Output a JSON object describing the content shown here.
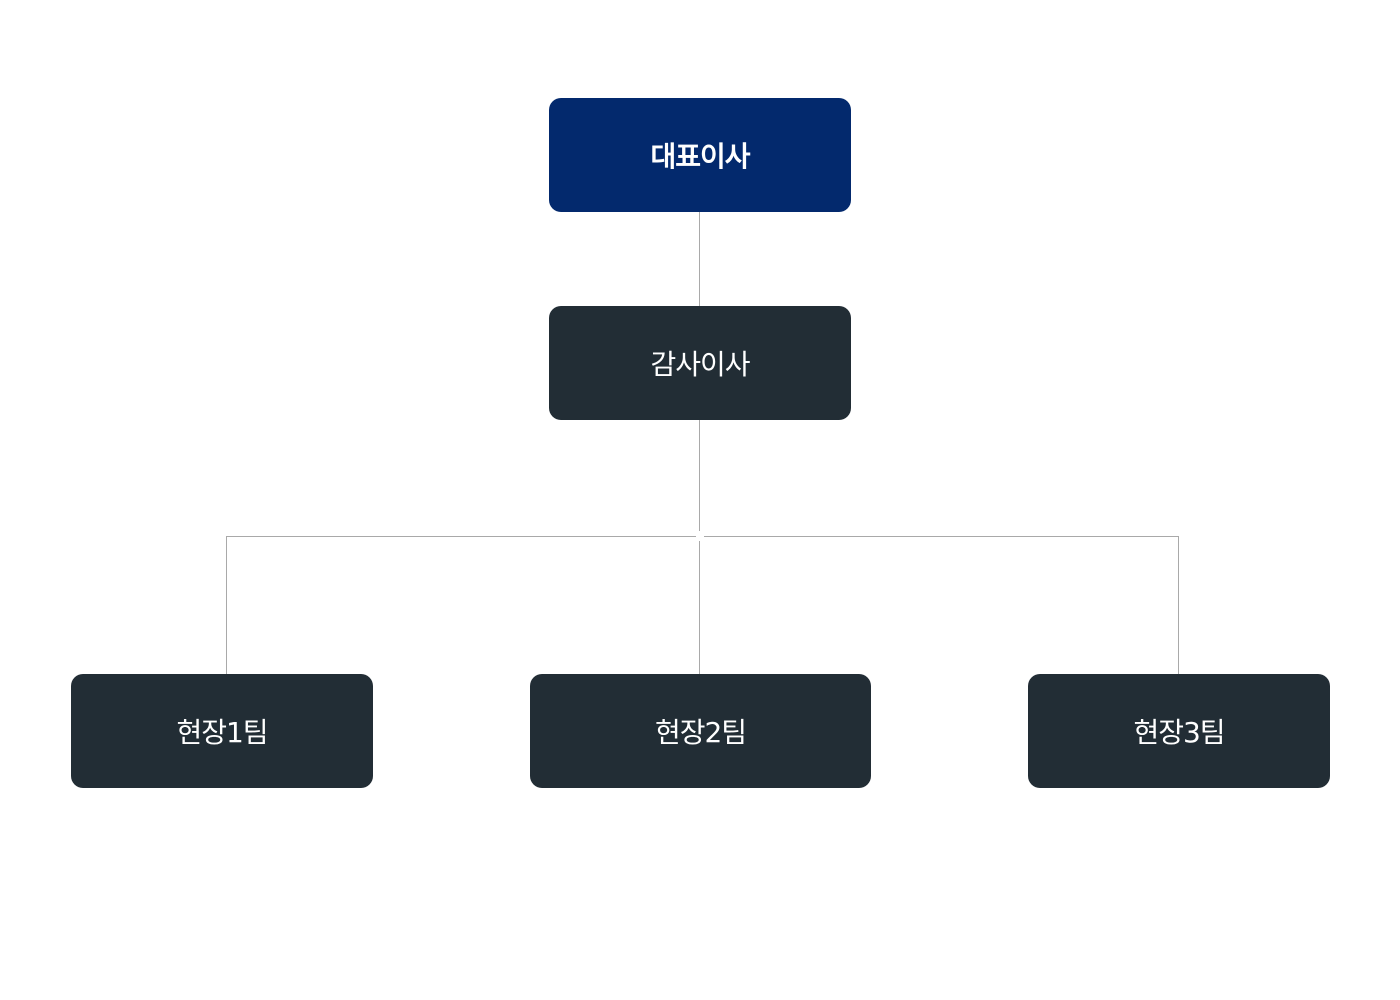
{
  "org_chart": {
    "ceo": {
      "label": "대표이사"
    },
    "auditor": {
      "label": "감사이사"
    },
    "teams": [
      {
        "label": "현장1팀"
      },
      {
        "label": "현장2팀"
      },
      {
        "label": "현장3팀"
      }
    ]
  },
  "colors": {
    "ceo_fill": "#03296d",
    "node_fill": "#222d35",
    "connector": "#a9a9a9",
    "text": "#ffffff"
  }
}
